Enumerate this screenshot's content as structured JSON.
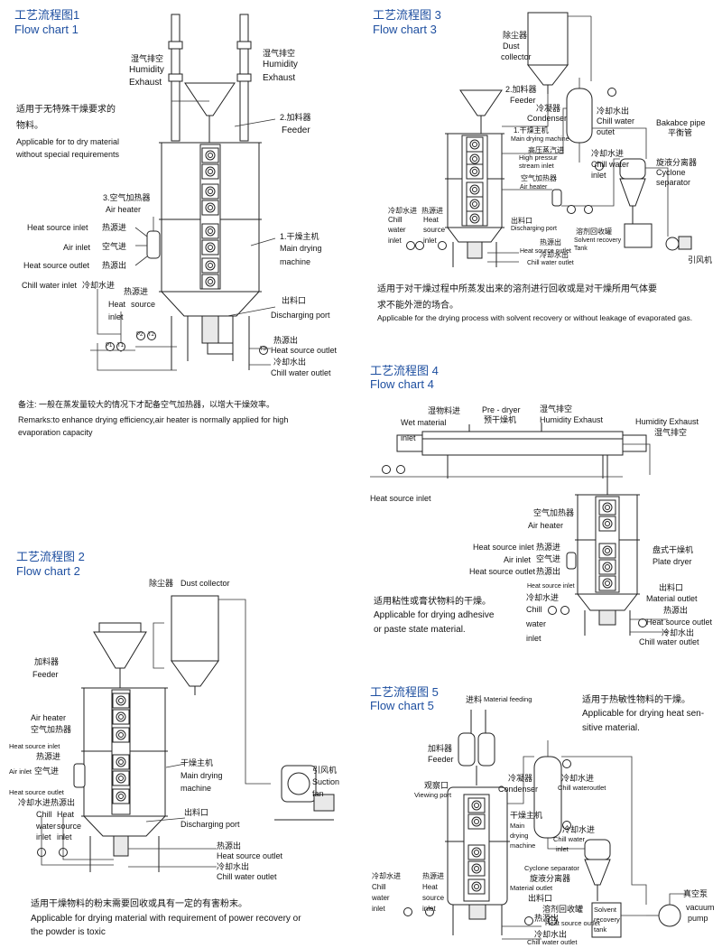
{
  "chart1": {
    "title_cn": "工艺流程图1",
    "title_en": "Flow chart 1",
    "humidity_left_cn": "湿气排空",
    "humidity_left_en1": "Humidity",
    "humidity_left_en2": "Exhaust",
    "humidity_right_cn": "湿气排空",
    "humidity_right_en1": "Humidity",
    "humidity_right_en2": "Exhaust",
    "desc_cn1": "适用于无特殊干燥要求的",
    "desc_cn2": "物料。",
    "desc_en1": "Applicable for to dry material",
    "desc_en2": "without special requirements",
    "feeder_cn": "2.加料器",
    "feeder_en": "Feeder",
    "air_heater_cn": "3.空气加热器",
    "air_heater_en": "Air heater",
    "heat_in_en": "Heat source inlet",
    "heat_in_cn": "热源进",
    "air_inlet_en": "Air inlet",
    "air_inlet_cn": "空气进",
    "heat_out_en": "Heat source outlet",
    "heat_out_cn": "热源出",
    "main_cn": "1.干燥主机",
    "main_en1": "Main drying",
    "main_en2": "machine",
    "chill_in_en": "Chill water inlet",
    "chill_in_cn": "冷却水进",
    "heat_src_cn": "热源进",
    "heat_src_en1": "Heat",
    "heat_src_en2": "source",
    "heat_src_en3": "inlet",
    "discharge_cn": "出料口",
    "discharge_en": "Discharging port",
    "heat_src_out_cn": "热源出",
    "heat_src_out_en": "Heat source outlet",
    "chill_out_cn": "冷却水出",
    "chill_out_en": "Chill water outlet",
    "remark_cn": "备注: 一般在蒸发量较大的情况下才配备空气加热器，以增大干燥效率。",
    "remark_en1": "Remarks:to enhance drying efficiency,air heater is normally applied for high",
    "remark_en2": "evaporation capacity",
    "gauges": [
      "P1",
      "T1",
      "P2",
      "T2",
      "T3"
    ]
  },
  "chart2": {
    "title_cn": "工艺流程图 2",
    "title_en": "Flow chart 2",
    "dust_cn": "除尘器",
    "dust_en": "Dust collector",
    "feeder_cn": "加料器",
    "feeder_en": "Feeder",
    "air_heater_en": "Air heater",
    "air_heater_cn": "空气加热器",
    "heat_in_en": "Heat source inlet",
    "heat_in_cn": "热源进",
    "air_inlet_en": "Air inlet",
    "air_inlet_cn": "空气进",
    "heat_out_en": "Heat source outlet",
    "chill_heat_cn": "冷却水进热源出",
    "main_cn": "干燥主机",
    "main_en1": "Main drying",
    "main_en2": "machine",
    "discharge_cn": "出料口",
    "discharge_en": "Discharging port",
    "chill_en1": "Chill",
    "chill_en2": "water",
    "chill_en3": "inlet",
    "heat_en1": "Heat",
    "heat_en2": "source",
    "heat_en3": "inlet",
    "fan_cn": "引风机",
    "fan_en1": "Suction",
    "fan_en2": "fan",
    "hs_out_cn": "热源出",
    "hs_out_en": "Heat source outlet",
    "cw_out_cn": "冷却水出",
    "cw_out_en": "Chill water outlet",
    "desc_cn": "适用干燥物料的粉末需要回收或具有一定的有害粉末。",
    "desc_en1": "Applicable for drying material with requirement of power recovery or",
    "desc_en2": "the powder is toxic"
  },
  "chart3": {
    "title_cn": "工艺流程图 3",
    "title_en": "Flow chart 3",
    "dust_cn": "除尘器",
    "dust_en1": "Dust",
    "dust_en2": "collector",
    "feeder_cn": "2.加料器",
    "feeder_en": "Feeder",
    "main_cn": "1.干燥主机",
    "main_en": "Main drying machine",
    "steam_cn": "高压蒸汽进",
    "steam_en1": "High pressur",
    "steam_en2": "stream inlet",
    "air_heater_cn": "空气加热器",
    "air_heater_en": "Air heater",
    "condenser_cn": "冷凝器",
    "condenser_en": "Condenser",
    "chill_out_cn": "冷却水出",
    "chill_out_en1": "Chill water",
    "chill_out_en2": "outet",
    "cw_in_cn": "冷却水进",
    "cw_in_en1": "Chill water",
    "cw_in_en2": "inlet",
    "balance_en": "Bakabce pipe",
    "balance_cn": "平衡管",
    "cyclone_cn": "旋液分离器",
    "cyclone_en1": "Cyclone",
    "cyclone_en2": "separator",
    "left_cw_cn": "冷却水进",
    "left_cw_en1": "Chill",
    "left_cw_en2": "water",
    "left_cw_en3": "inlet",
    "left_hs_cn": "热源进",
    "left_hs_en1": "Heat",
    "left_hs_en2": "source",
    "left_hs_en3": "inlet",
    "discharge_cn": "出料口",
    "discharge_en": "Discharging port",
    "hs_out_cn": "热源出",
    "hs_out_en": "Heat source outlet",
    "cw_out_cn": "冷却水出",
    "cw_out_en": "Chill water outlet",
    "tank_cn": "溶剂回收罐",
    "tank_en1": "Solvent recovery",
    "tank_en2": "Tank",
    "fan_cn": "引风机",
    "desc_cn1": "适用于对干燥过程中所蒸发出来的溶剂进行回收或是对干燥所用气体要",
    "desc_cn2": "求不能外泄的场合。",
    "desc_en": "Applicable for the drying process with solvent recovery or without leakage of evaporated gas."
  },
  "chart4": {
    "title_cn": "工艺流程图 4",
    "title_en": "Flow chart 4",
    "wet_cn": "湿物料进",
    "wet_en1": "Wet material",
    "wet_en2": "inlet",
    "predryer_en": "Pre - dryer",
    "predryer_cn": "预干燥机",
    "hum_cn": "湿气排空",
    "hum_en": "Humidity Exhaust",
    "hum2_en": "Humidity Exhaust",
    "hum2_cn": "湿气排空",
    "heat_in_en": "Heat source inlet",
    "air_heater_cn": "空气加热器",
    "air_heater_en": "Air heater",
    "hs_in_en": "Heat source inlet",
    "hs_in_cn": "热源进",
    "air_inlet_en": "Air inlet",
    "air_inlet_cn": "空气进",
    "hs_out_en": "Heat source outlet",
    "hs_out_cn": "热源出",
    "plate_cn": "盘式干燥机",
    "plate_en": "Plate dryer",
    "hs_small_en": "Heat source inlet",
    "cw_cn": "冷却水进",
    "cw_en1": "Chill",
    "cw_en2": "water",
    "cw_en3": "inlet",
    "mat_out_cn": "出料口",
    "mat_out_en": "Material outlet",
    "hs_out2_cn": "热源出",
    "hs_out2_en": "Heat source outlet",
    "cw_out_cn": "冷却水出",
    "cw_out_en": "Chill water outlet",
    "desc_cn": "适用粘性或膏状物料的干燥。",
    "desc_en1": "Applicable for drying adhesive",
    "desc_en2": "or paste state material."
  },
  "chart5": {
    "title_cn": "工艺流程图 5",
    "title_en": "Flow chart 5",
    "feed_cn": "进料",
    "feed_en": "Material feeding",
    "desc_cn": "适用于热敏性物料的干燥。",
    "desc_en1": "Applicable for drying heat sen-",
    "desc_en2": "sitive material.",
    "feeder_cn": "加料器",
    "feeder_en": "Feeder",
    "view_cn": "观察口",
    "view_en": "Viewing port",
    "condenser_cn": "冷凝器",
    "condenser_en": "Condenser",
    "cw_out_cn": "冷却水进",
    "cw_out_en": "Chill wateroutlet",
    "main_cn": "干燥主机",
    "main_en1": "Main",
    "main_en2": "drying",
    "main_en3": "machine",
    "cw_in_cn": "冷却水进",
    "cw_in_en1": "Chill water",
    "cw_in_en2": "inlet",
    "cyc_en": "Cyclone separator",
    "cyc_cn": "旋液分离器",
    "left_cw_cn": "冷却水进",
    "left_cw_en1": "Chill",
    "left_cw_en2": "water",
    "left_cw_en3": "inlet",
    "left_hs_cn": "热源进",
    "left_hs_en1": "Heat",
    "left_hs_en2": "source",
    "left_hs_en3": "inlet",
    "mat_out_en": "Material outlet",
    "mat_out_cn": "出料口",
    "tank_cn": "溶剂回收罐",
    "hs_out_cn": "热源出",
    "hs_out_en": "Heat source outlet",
    "tank_en1": "Solvent",
    "tank_en2": "recovery",
    "tank_en3": "tank",
    "cwo_cn": "冷却水出",
    "cwo_en": "Chill water outlet",
    "pump_cn": "真空泵",
    "pump_en1": "vacuum",
    "pump_en2": "pump"
  }
}
